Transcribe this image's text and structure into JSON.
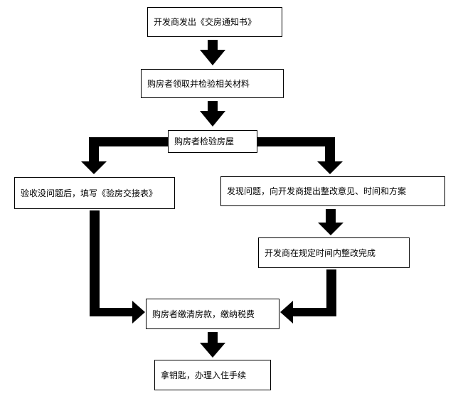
{
  "flowchart": {
    "steps": [
      "开发商发出《交房通知书》",
      "购房者领取并检验相关材料",
      "购房者检验房屋",
      "验收没问题后，填写《验房交接表》",
      "发现问题，向开发商提出整改意见、时间和方案",
      "开发商在规定时间内整改完成",
      "购房者缴清房款，缴纳税费",
      "拿钥匙，办理入住手续"
    ]
  },
  "colors": {
    "arrow": "#000000",
    "border": "#000000",
    "background": "#ffffff",
    "text": "#000000"
  }
}
